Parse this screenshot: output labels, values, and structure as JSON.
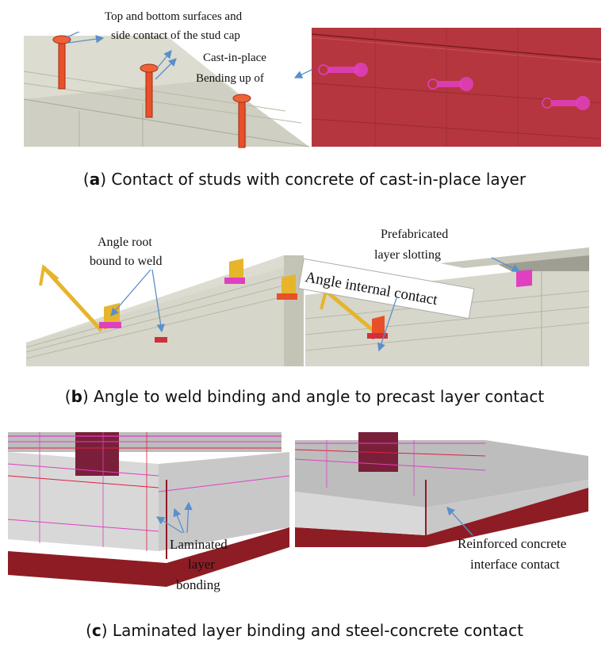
{
  "panel_a": {
    "label_cap": [
      "Top and bottom surfaces and",
      "side contact of the stud cap"
    ],
    "label_cast": [
      "Cast-in-place",
      "Bending up of"
    ],
    "caption_open": "(",
    "caption_letter": "a",
    "caption_text": ") Contact of studs with concrete of cast-in-place layer"
  },
  "panel_b": {
    "label_root": [
      "Angle root",
      "bound to weld"
    ],
    "label_slot": [
      "Prefabricated",
      "layer slotting"
    ],
    "label_internal": "Angle internal contact",
    "caption_open": "(",
    "caption_letter": "b",
    "caption_text": ") Angle to weld binding and angle to precast layer contact"
  },
  "panel_c": {
    "label_laminated": [
      "Laminated",
      "layer",
      "bonding"
    ],
    "label_reinforced": [
      "Reinforced concrete",
      "interface contact"
    ],
    "caption_open": "(",
    "caption_letter": "c",
    "caption_text": ") Laminated layer binding and steel-concrete contact"
  },
  "colors": {
    "concrete": "#d9d9cf",
    "steel_red": "#b2363f",
    "stud_orange": "#e8502a",
    "angle_yellow": "#e6b52c",
    "rebar_magenta": "#e040c0",
    "arrow_blue": "#5b8fc9"
  }
}
